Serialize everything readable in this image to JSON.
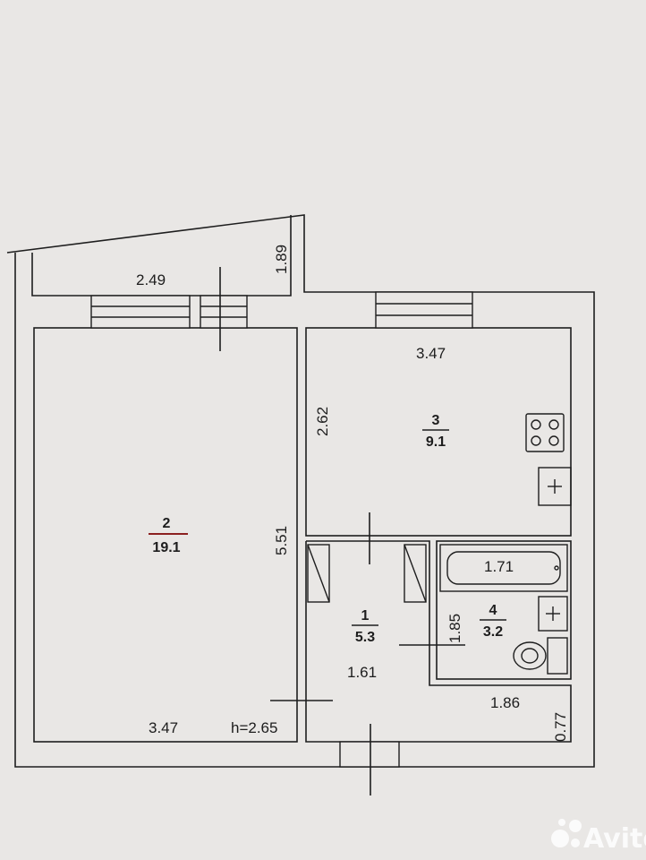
{
  "plan": {
    "ceiling_height": "h=2.65",
    "rooms": [
      {
        "number": "1",
        "area": "5.3"
      },
      {
        "number": "2",
        "area": "19.1"
      },
      {
        "number": "3",
        "area": "9.1"
      },
      {
        "number": "4",
        "area": "3.2"
      }
    ],
    "dimensions": [
      "2.49",
      "1.89",
      "3.47",
      "2.62",
      "5.51",
      "1.71",
      "1.85",
      "1.61",
      "1.86",
      "0.77",
      "3.47"
    ]
  },
  "watermark": {
    "brand": "Avito"
  }
}
